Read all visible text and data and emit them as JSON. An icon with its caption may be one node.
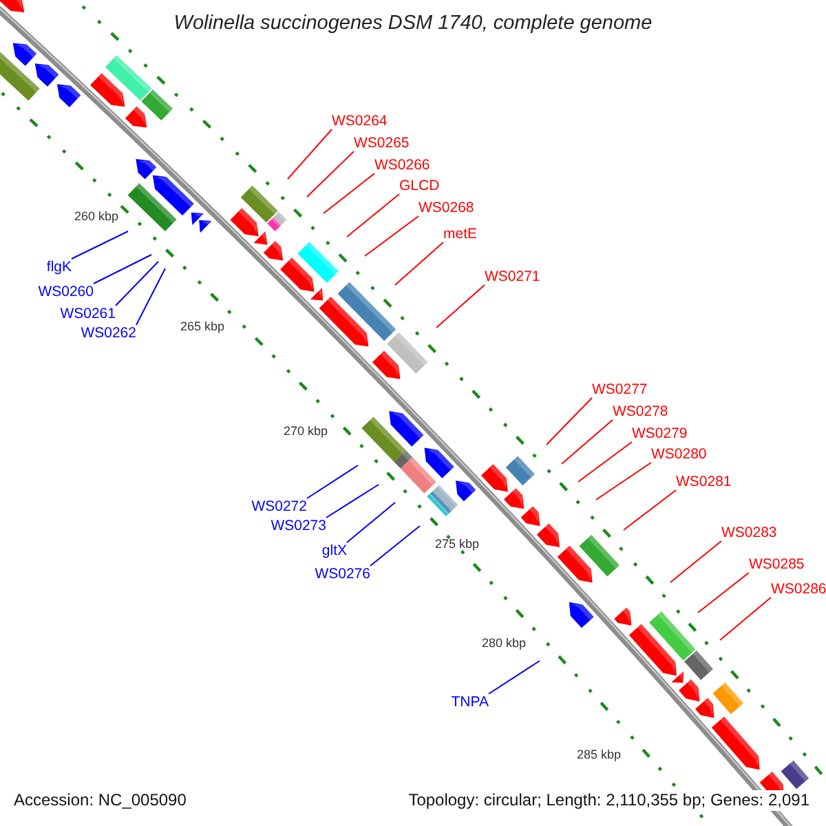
{
  "diagram": {
    "title": "Wolinella succinogenes DSM 1740, complete genome",
    "nodes": [
      {
        "text": [
          "WS0264"
        ]
      },
      {
        "text": [
          "WS0265"
        ]
      },
      {
        "text": [
          "WS0266"
        ]
      },
      {
        "text": [
          "GLCD"
        ]
      },
      {
        "text": [
          "WS0268"
        ]
      },
      {
        "text": [
          "flgK"
        ]
      },
      {
        "text": [
          "WS0260"
        ]
      },
      {
        "text": [
          "WS0261"
        ]
      },
      {
        "text": [
          "WS0262"
        ]
      },
      {
        "text": [
          "metE"
        ]
      },
      {
        "text": [
          "WS0271"
        ]
      },
      {
        "text": [
          "WS0277"
        ]
      },
      {
        "text": [
          "WS0278"
        ]
      },
      {
        "text": [
          "WS0279"
        ]
      },
      {
        "text": [
          "WS0280"
        ]
      },
      {
        "text": [
          "WS0272"
        ]
      },
      {
        "text": [
          "WS0281"
        ]
      },
      {
        "text": [
          "WS0273"
        ]
      },
      {
        "text": [
          "gltX"
        ]
      },
      {
        "text": [
          "WS0276"
        ]
      },
      {
        "text": [
          "WS0283"
        ]
      },
      {
        "text": [
          "WS0285"
        ]
      },
      {
        "text": [
          "WS0286"
        ]
      },
      {
        "text": [
          "TNPA"
        ]
      }
    ],
    "edges": [
      {
        "from": 0,
        "to": null,
        "arrow": "none"
      },
      {
        "from": 1,
        "to": null,
        "arrow": "none"
      },
      {
        "from": 2,
        "to": null,
        "arrow": "none"
      },
      {
        "from": 3,
        "to": null,
        "arrow": "none"
      },
      {
        "from": 4,
        "to": null,
        "arrow": "none"
      },
      {
        "from": 5,
        "to": null,
        "arrow": "none",
        "color": "#0000ff"
      },
      {
        "from": 6,
        "to": null,
        "arrow": "none",
        "color": "#0000ff"
      },
      {
        "from": 7,
        "to": null,
        "arrow": "none",
        "color": "#0000ff"
      },
      {
        "from": 8,
        "to": null,
        "arrow": "none",
        "color": "#0000ff"
      },
      {
        "from": 9,
        "to": null,
        "arrow": "none"
      },
      {
        "from": 10,
        "to": null,
        "arrow": "none"
      },
      {
        "from": 11,
        "to": null,
        "arrow": "none"
      },
      {
        "from": 12,
        "to": null,
        "arrow": "none"
      },
      {
        "from": 13,
        "to": null,
        "arrow": "none"
      },
      {
        "from": 14,
        "to": null,
        "arrow": "none"
      },
      {
        "from": 15,
        "to": null,
        "arrow": "none",
        "color": "#0000ff"
      },
      {
        "from": 16,
        "to": null,
        "arrow": "none"
      },
      {
        "from": 17,
        "to": null,
        "arrow": "none",
        "color": "#0000ff"
      },
      {
        "from": 18,
        "to": null,
        "arrow": "none",
        "color": "#0000ff"
      },
      {
        "from": 19,
        "to": null,
        "arrow": "none",
        "color": "#0000ff"
      },
      {
        "from": 20,
        "to": null,
        "arrow": "none"
      },
      {
        "from": 21,
        "to": null,
        "arrow": "none"
      },
      {
        "from": 22,
        "to": null,
        "arrow": "none"
      },
      {
        "from": 23,
        "to": null,
        "arrow": "none",
        "color": "#0000ff"
      }
    ],
    "labels": [
      "260 kbp",
      "265 kbp",
      "270 kbp",
      "275 kbp",
      "280 kbp",
      "285 kbp",
      "Accession: NC_005090",
      "Topology: circular; Length: 2,110,355 bp; Genes: 2,091"
    ]
  }
}
